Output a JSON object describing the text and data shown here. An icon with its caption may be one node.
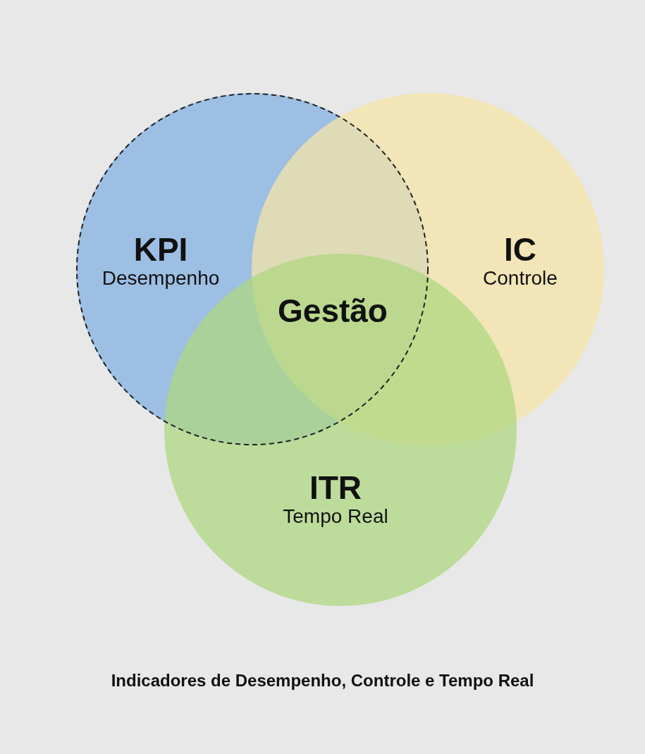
{
  "diagram": {
    "caption": "Indicadores de Desempenho, Controle e Tempo Real",
    "nodes": [
      {
        "text": [
          "KPI",
          "Desempenho"
        ]
      },
      {
        "text": [
          "IC",
          "Controle"
        ]
      },
      {
        "text": [
          "ITR",
          "Tempo Real"
        ]
      }
    ],
    "labels": [
      "Gestão"
    ]
  }
}
